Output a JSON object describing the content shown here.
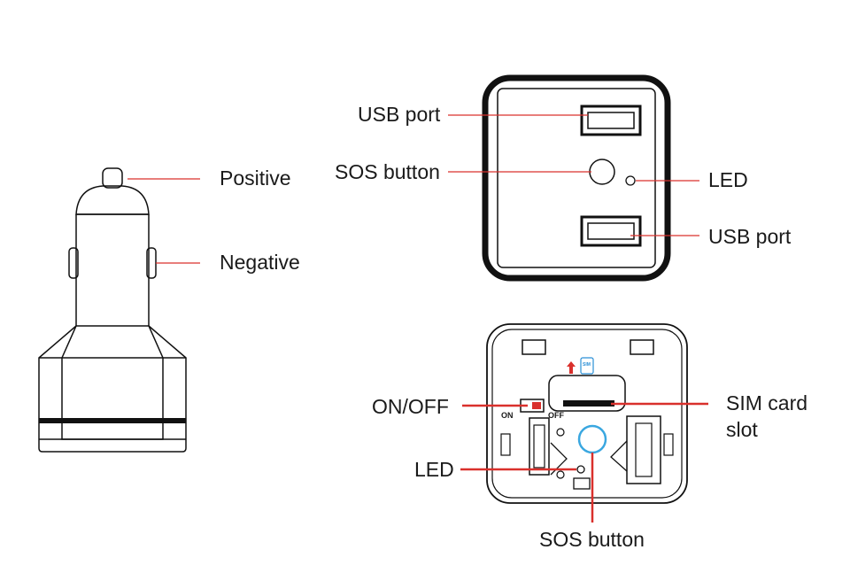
{
  "labels": {
    "positive": "Positive",
    "negative": "Negative",
    "usb_port_top": "USB port",
    "sos_button_top": "SOS button",
    "led_top": "LED",
    "usb_port_right": "USB port",
    "on_off": "ON/OFF",
    "sim_card_slot_line1": "SIM card",
    "sim_card_slot_line2": "slot",
    "led_bottom": "LED",
    "sos_button_bottom": "SOS button",
    "switch_on": "ON",
    "switch_off": "OFF",
    "sim_icon_text": "SIM"
  },
  "colors": {
    "leader_line": "#d9302c",
    "outline": "#111111",
    "sos_ring": "#3aa7e0",
    "sim_icon": "#2a8fd6",
    "switch_knob": "#d9302c"
  }
}
